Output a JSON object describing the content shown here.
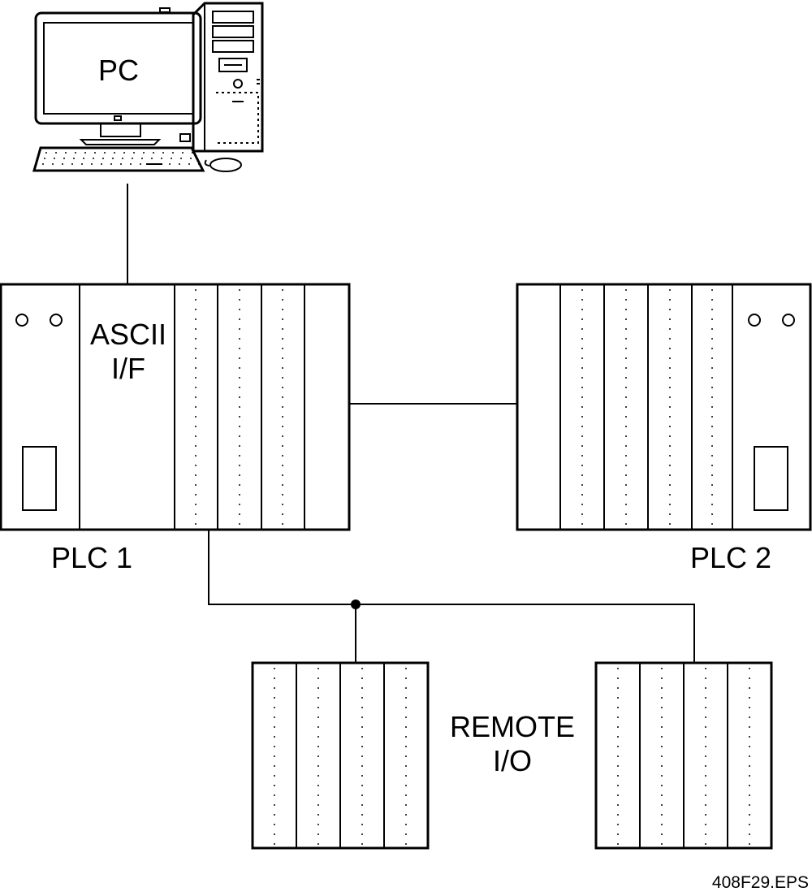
{
  "labels": {
    "pc": "PC",
    "ascii_line1": "ASCII",
    "ascii_line2": "I/F",
    "plc1": "PLC 1",
    "plc2": "PLC 2",
    "remote_line1": "REMOTE",
    "remote_line2": "I/O",
    "file_ref": "408F29.EPS"
  }
}
